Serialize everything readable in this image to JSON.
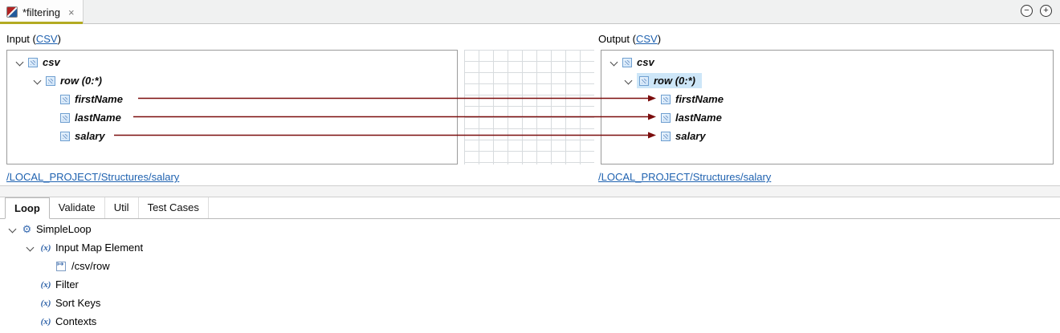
{
  "colors": {
    "tab_underline": "#b3ab22",
    "link": "#1f62b0",
    "connector": "#7b0d0d",
    "selection": "#cde6f8"
  },
  "titlebar": {
    "tab_title": "*filtering",
    "close_glyph": "×",
    "collapse_glyph": "−",
    "expand_glyph": "+"
  },
  "mapper": {
    "input_header": {
      "prefix": "Input (",
      "link": "CSV",
      "suffix": ")"
    },
    "output_header": {
      "prefix": "Output (",
      "link": "CSV",
      "suffix": ")"
    },
    "input_tree": {
      "rows": [
        {
          "label": "csv"
        },
        {
          "label": "row (0:*)"
        },
        {
          "label": "firstName"
        },
        {
          "label": "lastName"
        },
        {
          "label": "salary"
        }
      ],
      "link": "/LOCAL_PROJECT/Structures/salary"
    },
    "output_tree": {
      "rows": [
        {
          "label": "csv"
        },
        {
          "label": "row (0:*)"
        },
        {
          "label": "firstName"
        },
        {
          "label": "lastName"
        },
        {
          "label": "salary"
        }
      ],
      "link": "/LOCAL_PROJECT/Structures/salary"
    }
  },
  "bottom": {
    "tabs": [
      {
        "label": "Loop"
      },
      {
        "label": "Validate"
      },
      {
        "label": "Util"
      },
      {
        "label": "Test Cases"
      }
    ],
    "tree": [
      {
        "label": "SimpleLoop"
      },
      {
        "label": "Input Map Element"
      },
      {
        "label": "/csv/row"
      },
      {
        "label": "Filter"
      },
      {
        "label": "Sort Keys"
      },
      {
        "label": "Contexts"
      }
    ]
  },
  "icons": {
    "function_glyph": "(x)",
    "gear_glyph": "⚙"
  }
}
